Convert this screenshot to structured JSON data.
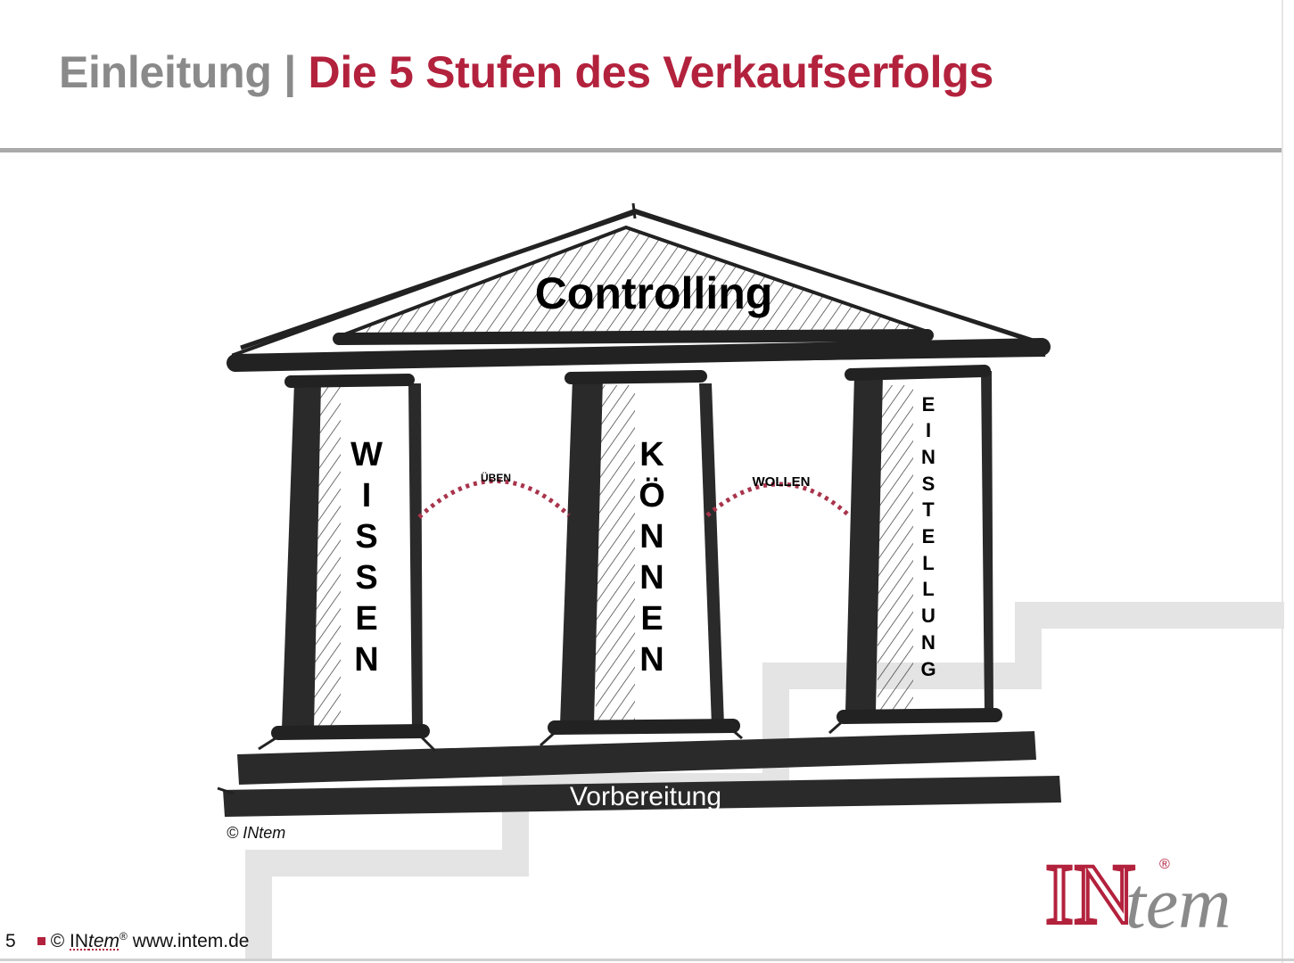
{
  "header": {
    "title_prefix": "Einleitung | ",
    "title_main": "Die 5 Stufen des Verkaufserfolgs"
  },
  "diagram": {
    "roof_label": "Controlling",
    "pillars": [
      {
        "label": "WISSEN",
        "letters": [
          "W",
          "I",
          "S",
          "S",
          "E",
          "N"
        ]
      },
      {
        "label": "KÖNNEN",
        "letters": [
          "K",
          "Ö",
          "N",
          "N",
          "E",
          "N"
        ]
      },
      {
        "label": "EINSTELLUNG",
        "letters": [
          "E",
          "I",
          "N",
          "S",
          "T",
          "E",
          "L",
          "L",
          "U",
          "N",
          "G"
        ]
      }
    ],
    "arcs": [
      {
        "label": "ÜBEN"
      },
      {
        "label": "WOLLEN"
      }
    ],
    "base_label": "Vorbereitung",
    "copyright": "© INtem"
  },
  "logo": {
    "part1": "IN",
    "part2": "tem",
    "mark": "®"
  },
  "footer": {
    "page_number": "5",
    "copyright_symbol": "©",
    "brand_in": "IN",
    "brand_tem": "tem",
    "registered": "®",
    "website": "www.intem.de"
  },
  "colors": {
    "accent_red": "#b3223d",
    "title_grey": "#8a8a8a",
    "ink": "#222222",
    "step_grey": "#e4e4e4"
  }
}
